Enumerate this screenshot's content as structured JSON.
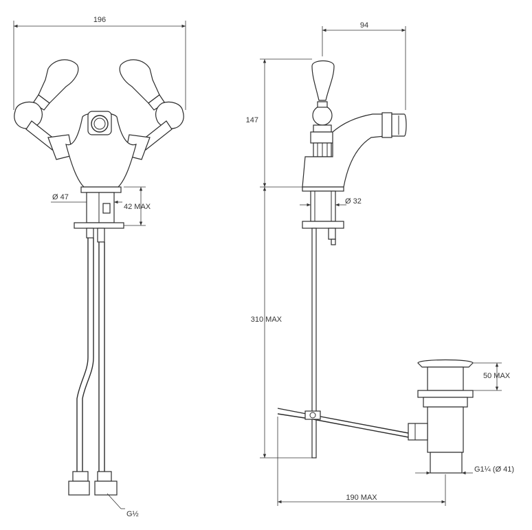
{
  "dimensions": {
    "width_front": "196",
    "spout_reach": "94",
    "height": "147",
    "body_diameter": "Ø 47",
    "shank_length": "42 MAX",
    "shank_diameter": "Ø 32",
    "pipe_length": "310 MAX",
    "waste_height": "50 MAX",
    "waste_thread": "G1¼ (Ø 41)",
    "rod_length": "190 MAX",
    "hose_thread": "G½"
  },
  "colors": {
    "line": "#2b2b2b",
    "background": "#ffffff"
  }
}
